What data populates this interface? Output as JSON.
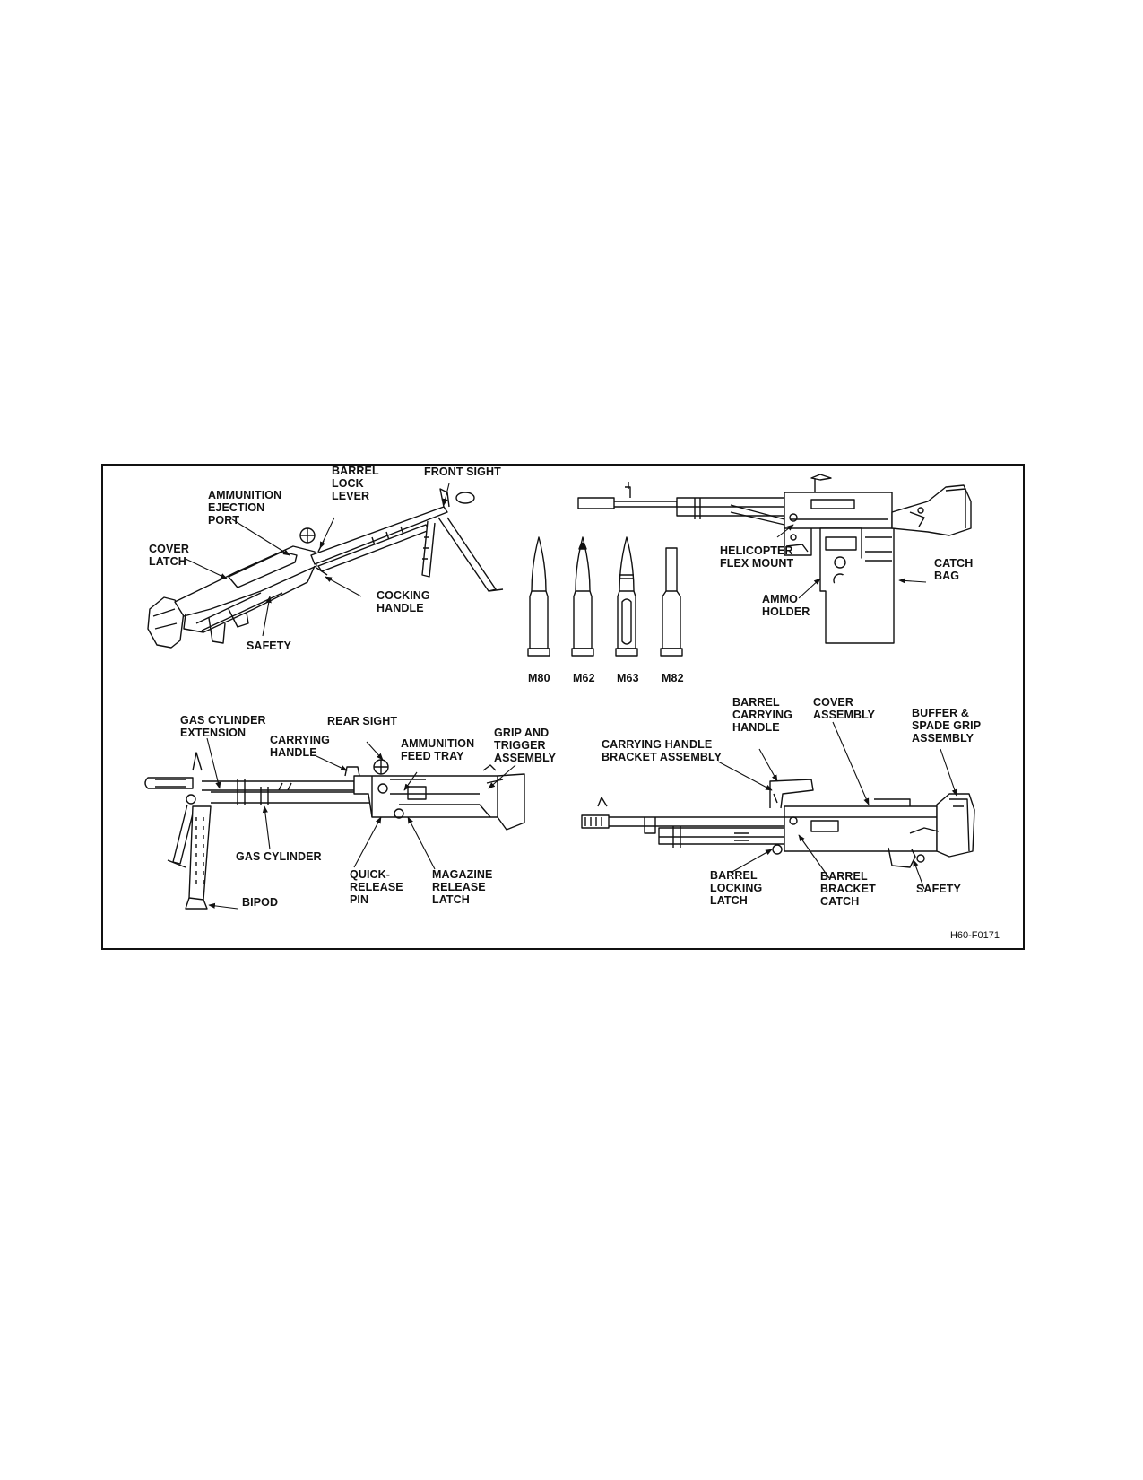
{
  "figure": {
    "id": "H60-F0171",
    "panels": {
      "top_left": {
        "labels": {
          "barrel_lock_lever": "BARREL\nLOCK\nLEVER",
          "front_sight": "FRONT SIGHT",
          "ammunition_ejection_port": "AMMUNITION\nEJECTION\nPORT",
          "cover_latch": "COVER\nLATCH",
          "cocking_handle": "COCKING\nHANDLE",
          "safety": "SAFETY"
        }
      },
      "cartridges": {
        "labels": [
          "M80",
          "M62",
          "M63",
          "M82"
        ]
      },
      "top_right": {
        "labels": {
          "helicopter_flex_mount": "HELICOPTER\nFLEX MOUNT",
          "catch_bag": "CATCH\nBAG",
          "ammo_holder": "AMMO\nHOLDER"
        }
      },
      "bottom_left": {
        "labels": {
          "gas_cylinder_extension": "GAS CYLINDER\nEXTENSION",
          "rear_sight": "REAR SIGHT",
          "carrying_handle": "CARRYING\nHANDLE",
          "ammunition_feed_tray": "AMMUNITION\nFEED TRAY",
          "grip_and_trigger_assembly": "GRIP AND\nTRIGGER\nASSEMBLY",
          "gas_cylinder": "GAS CYLINDER",
          "quick_release_pin": "QUICK-\nRELEASE\nPIN",
          "magazine_release_latch": "MAGAZINE\nRELEASE\nLATCH",
          "bipod": "BIPOD"
        }
      },
      "bottom_right": {
        "labels": {
          "barrel_carrying_handle": "BARREL\nCARRYING\nHANDLE",
          "cover_assembly": "COVER\nASSEMBLY",
          "buffer_spade_grip_assembly": "BUFFER &\nSPADE GRIP\nASSEMBLY",
          "carrying_handle_bracket_assembly": "CARRYING HANDLE\nBRACKET ASSEMBLY",
          "barrel_locking_latch": "BARREL\nLOCKING\nLATCH",
          "barrel_bracket_catch": "BARREL\nBRACKET\nCATCH",
          "safety": "SAFETY"
        }
      }
    }
  }
}
